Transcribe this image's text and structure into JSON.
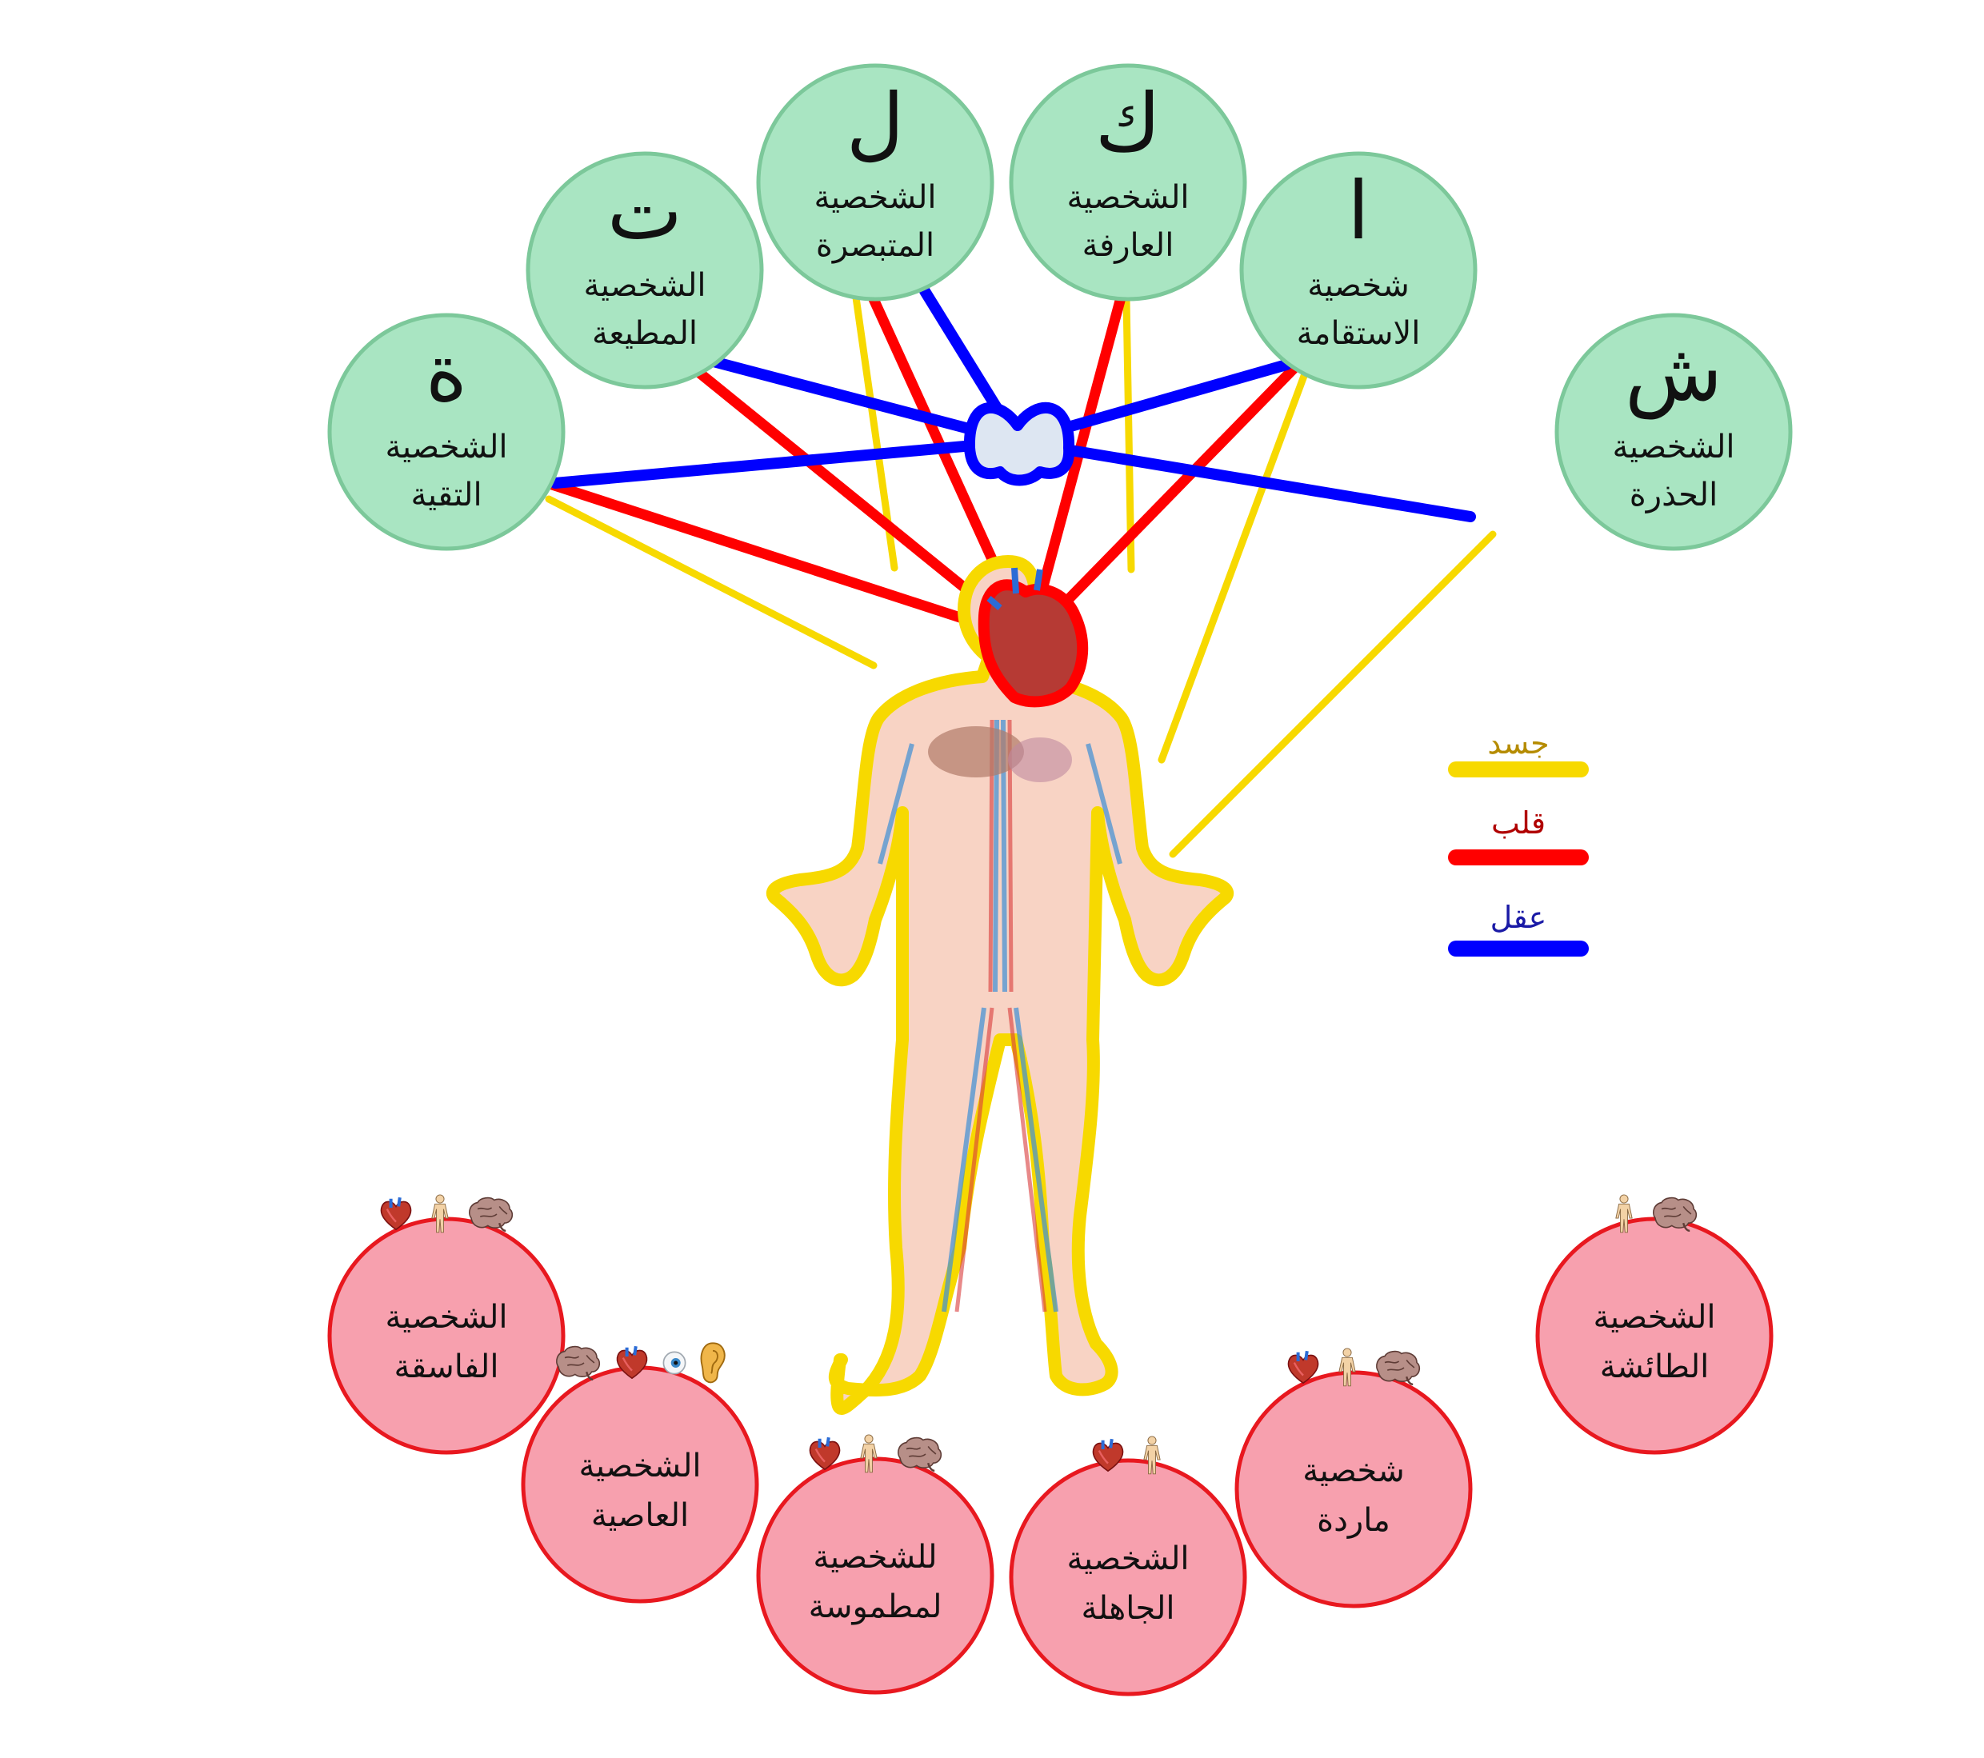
{
  "colors": {
    "body": "#f7d900",
    "heart": "#ff0000",
    "mind": "#0000ff",
    "good_fill": "#a9e5c2",
    "good_stroke": "#7cc89a",
    "bad_fill": "#f7a0ae",
    "bad_stroke": "#e8181f",
    "legend_body_text": "#b58b00",
    "legend_heart_text": "#b00000",
    "legend_mind_text": "#1a1aa6"
  },
  "legend": {
    "body": "جسد",
    "heart": "قلب",
    "mind": "عقل"
  },
  "good": [
    {
      "letter": "ة",
      "line1": "الشخصية",
      "line2": "التقية"
    },
    {
      "letter": "ت",
      "line1": "الشخصية",
      "line2": "المطيعة"
    },
    {
      "letter": "ل",
      "line1": "الشخصية",
      "line2": "المتبصرة"
    },
    {
      "letter": "ك",
      "line1": "الشخصية",
      "line2": "العارفة"
    },
    {
      "letter": "ا",
      "line1": "شخصية",
      "line2": "الاستقامة"
    },
    {
      "letter": "ش",
      "line1": "الشخصية",
      "line2": "الحذرة"
    }
  ],
  "bad": [
    {
      "line1": "الشخصية",
      "line2": "الفاسقة",
      "icons": [
        "heart-icon",
        "person-icon",
        "brain-icon"
      ]
    },
    {
      "line1": "الشخصية",
      "line2": "العاصية",
      "icons": [
        "brain-icon",
        "heart-icon",
        "eye-icon",
        "ear-icon"
      ]
    },
    {
      "line1": "للشخصية",
      "line2": "لمطموسة",
      "icons": [
        "heart-icon",
        "person-icon",
        "brain-icon"
      ]
    },
    {
      "line1": "الشخصية",
      "line2": "الجاهلة",
      "icons": [
        "heart-icon",
        "person-icon"
      ]
    },
    {
      "line1": "شخصية",
      "line2": "ماردة",
      "icons": [
        "heart-icon",
        "person-icon",
        "brain-icon"
      ]
    },
    {
      "line1": "الشخصية",
      "line2": "الطائشة",
      "icons": [
        "person-icon",
        "brain-icon"
      ]
    }
  ]
}
